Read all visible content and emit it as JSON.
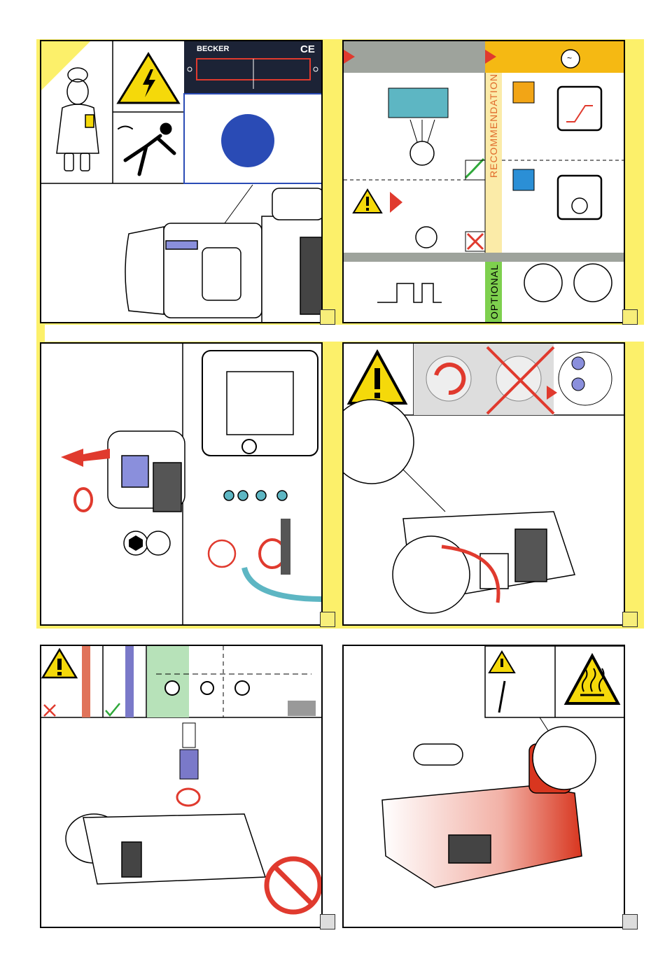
{
  "brand": {
    "name": "BECKER",
    "mark": "CE"
  },
  "sections": {
    "recommendation_label": "RECOMMENDATION",
    "optional_label": "OPTIONAL"
  },
  "symbols": {
    "tilde": "~"
  },
  "colors": {
    "warning_yellow": "#f5d90a",
    "accent_red": "#e03a2e",
    "brand_blue": "#2a4bb5",
    "check_green": "#2fa83a",
    "pipe_blue": "#7a79c9",
    "teal": "#5db6c3",
    "orange": "#f2a516"
  }
}
